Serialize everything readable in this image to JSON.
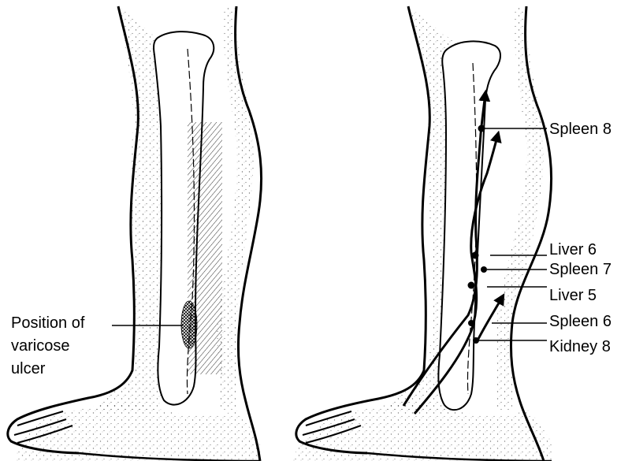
{
  "left_panel": {
    "annotation_lines": [
      "Position of",
      "varicose",
      "ulcer"
    ]
  },
  "right_panel": {
    "points": [
      {
        "label": "Spleen 8"
      },
      {
        "label": "Liver 6"
      },
      {
        "label": "Spleen 7"
      },
      {
        "label": "Liver 5"
      },
      {
        "label": "Spleen 6"
      },
      {
        "label": "Kidney 8"
      }
    ]
  },
  "style": {
    "ink": "#000000",
    "paper": "#ffffff"
  }
}
